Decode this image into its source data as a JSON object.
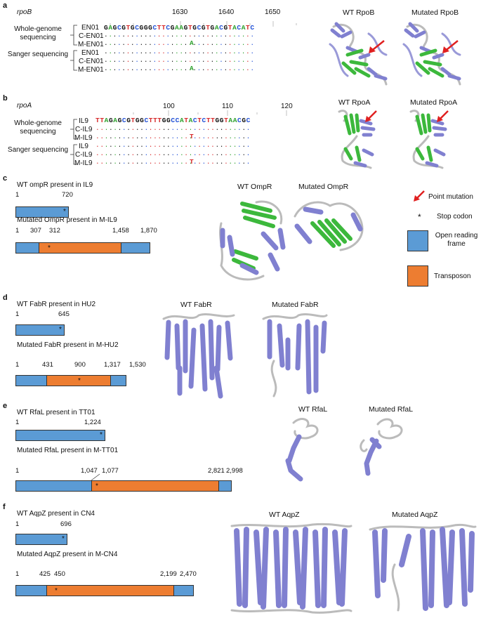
{
  "a": {
    "letter": "a",
    "gene": "rpoB",
    "ticks": [
      "1630",
      "1640",
      "1650"
    ],
    "sequence": "GAGCGTGCGGGCTTCGAAGTGCGTGACGTACATC",
    "group1": "Whole-genome sequencing",
    "group2": "Sanger sequencing",
    "rows": [
      "EN01",
      "C-EN01",
      "M-EN01",
      "EN01",
      "C-EN01",
      "M-EN01"
    ],
    "mutation": "A",
    "wt_title": "WT RpoB",
    "mut_title": "Mutated RpoB"
  },
  "b": {
    "letter": "b",
    "gene": "rpoA",
    "ticks": [
      "100",
      "110",
      "120"
    ],
    "sequence": "TTAGAGCGTGGCTTTGGCCATACTCTTGGTAACGC",
    "group1": "Whole-genome sequencing",
    "group2": "Sanger sequencing",
    "rows": [
      "IL9",
      "C-IL9",
      "M-IL9",
      "IL9",
      "C-IL9",
      "M-IL9"
    ],
    "mutation": "T",
    "wt_title": "WT RpoA",
    "mut_title": "Mutated RpoA"
  },
  "c": {
    "letter": "c",
    "wt_label": "WT ompR present in IL9",
    "wt_nums": [
      "1",
      "720"
    ],
    "mut_label": "Mutated OmpR present in M-IL9",
    "mut_nums": [
      "1",
      "307",
      "312",
      "1,458",
      "1,870"
    ],
    "wt_title": "WT OmpR",
    "mut_title": "Mutated OmpR"
  },
  "legend": {
    "point_mutation": "Point mutation",
    "stop_codon": "Stop codon",
    "orf": "Open reading frame",
    "transposon": "Transposon",
    "star": "*"
  },
  "d": {
    "letter": "d",
    "wt_label": "WT FabR present in HU2",
    "wt_nums": [
      "1",
      "645"
    ],
    "mut_label": "Mutated FabR present in M-HU2",
    "mut_nums": [
      "1",
      "431",
      "900",
      "1,317",
      "1,530"
    ],
    "wt_title": "WT FabR",
    "mut_title": "Mutated FabR"
  },
  "e": {
    "letter": "e",
    "wt_label": "WT RfaL present in TT01",
    "wt_nums": [
      "1",
      "1,224"
    ],
    "mut_label": "Mutated RfaL present in M-TT01",
    "mut_nums": [
      "1",
      "1,047",
      "1,077",
      "2,821",
      "2,998"
    ],
    "wt_title": "WT RfaL",
    "mut_title": "Mutated RfaL"
  },
  "f": {
    "letter": "f",
    "wt_label": "WT AqpZ present in CN4",
    "wt_nums": [
      "1",
      "696"
    ],
    "mut_label": "Mutated AqpZ present in M-CN4",
    "mut_nums": [
      "1",
      "425",
      "450",
      "2,199",
      "2,470"
    ],
    "wt_title": "WT AqpZ",
    "mut_title": "Mutated AqpZ"
  },
  "colors": {
    "orf_blue": "#5b9bd5",
    "transposon_orange": "#ed7d31",
    "helix_purple": "#8080d0",
    "sheet_green": "#3cb83c",
    "arrow_red": "#e02020"
  }
}
